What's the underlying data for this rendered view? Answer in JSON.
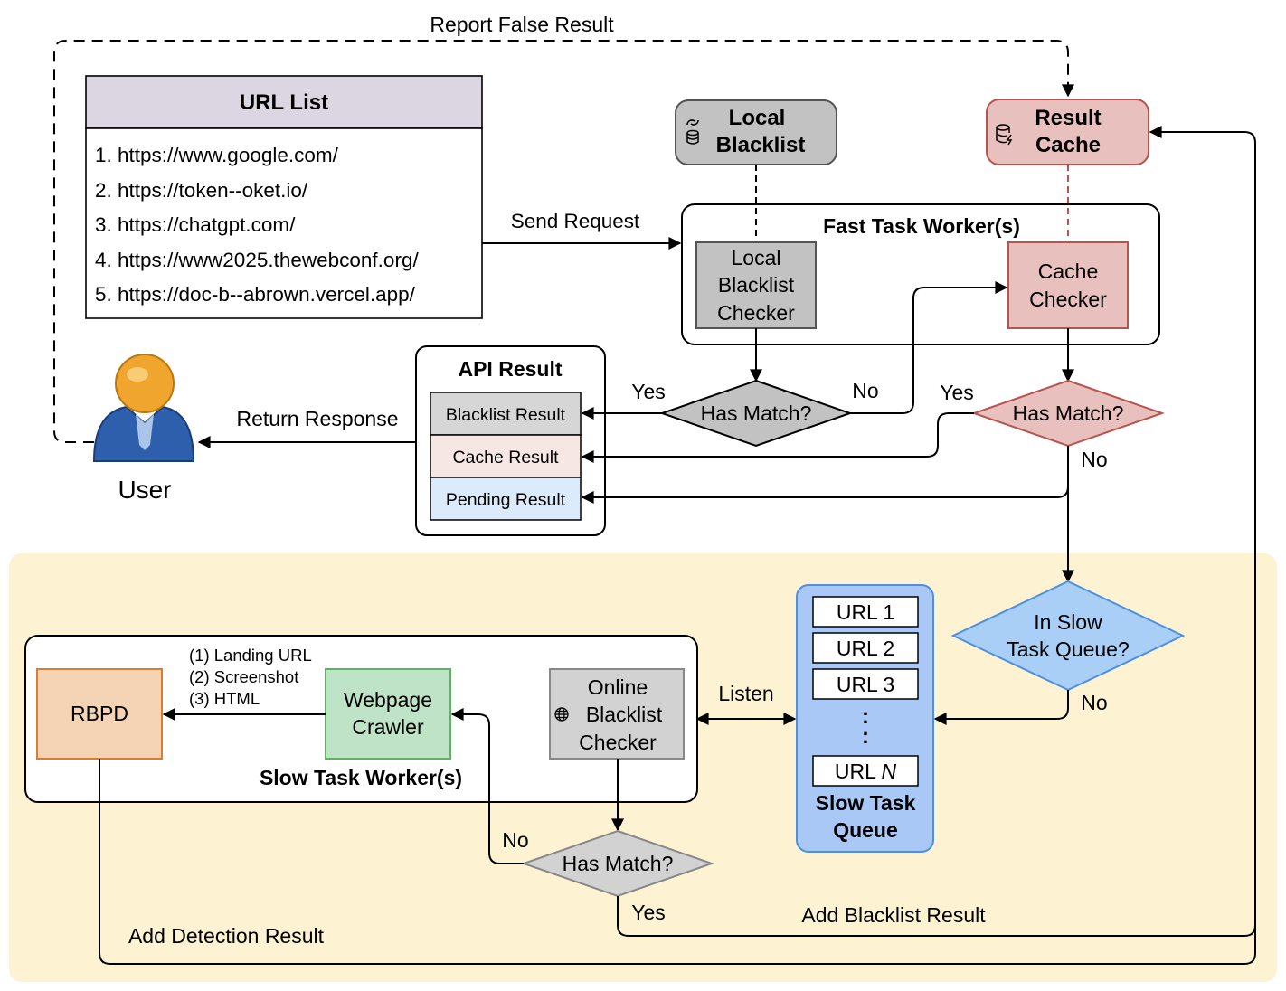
{
  "url_list": {
    "title": "URL List",
    "items": [
      "1. https://www.google.com/",
      "2. https://token--oket.io/",
      "3. https://chatgpt.com/",
      "4. https://www2025.thewebconf.org/",
      "5. https://doc-b--abrown.vercel.app/"
    ]
  },
  "labels": {
    "report_false_result": "Report False Result",
    "send_request": "Send Request",
    "return_response": "Return Response",
    "user": "User",
    "yes": "Yes",
    "no": "No",
    "listen": "Listen",
    "add_blacklist_result": "Add Blacklist Result",
    "add_detection_result": "Add Detection Result",
    "crawler_outputs": [
      "(1) Landing URL",
      "(2) Screenshot",
      "(3) HTML"
    ]
  },
  "local_blacklist": {
    "line1": "Local",
    "line2": "Blacklist"
  },
  "result_cache": {
    "line1": "Result",
    "line2": "Cache"
  },
  "fast_worker": {
    "title": "Fast Task Worker(s)",
    "local_checker": [
      "Local",
      "Blacklist",
      "Checker"
    ],
    "cache_checker": [
      "Cache",
      "Checker"
    ]
  },
  "decisions": {
    "has_match": "Has Match?",
    "in_slow_queue": [
      "In Slow",
      "Task Queue?"
    ]
  },
  "api_result": {
    "title": "API Result",
    "rows": [
      "Blacklist Result",
      "Cache Result",
      "Pending Result"
    ]
  },
  "slow_queue": {
    "items": [
      "URL 1",
      "URL 2",
      "URL 3"
    ],
    "last_prefix": "URL ",
    "last_var": "N",
    "ellipsis": ":",
    "title": [
      "Slow Task",
      "Queue"
    ]
  },
  "slow_worker": {
    "title": "Slow Task Worker(s)",
    "rbpd": "RBPD",
    "crawler": [
      "Webpage",
      "Crawler"
    ],
    "online_checker": [
      "Online",
      "Blacklist",
      "Checker"
    ]
  },
  "colors": {
    "url_list_header": "#dcd6e3",
    "local_blacklist_fill": "#c2c2c2",
    "result_cache_fill": "#e8c0bd",
    "result_cache_stroke": "#b85450",
    "cache_checker_fill": "#e8c0bd",
    "slow_zone_fill": "#fdf2d2",
    "queue_fill": "#a9c8f5",
    "queue_stroke": "#4e8fe0",
    "in_queue_fill": "#a9cff7",
    "rbpd_fill": "#f5d4b6",
    "rbpd_stroke": "#e07b2a",
    "crawler_fill": "#bfe3c6",
    "crawler_stroke": "#5cb463",
    "blacklist_result_fill": "#d6d6d6",
    "cache_result_fill": "#f6e7e5",
    "pending_result_fill": "#dcebfb"
  }
}
